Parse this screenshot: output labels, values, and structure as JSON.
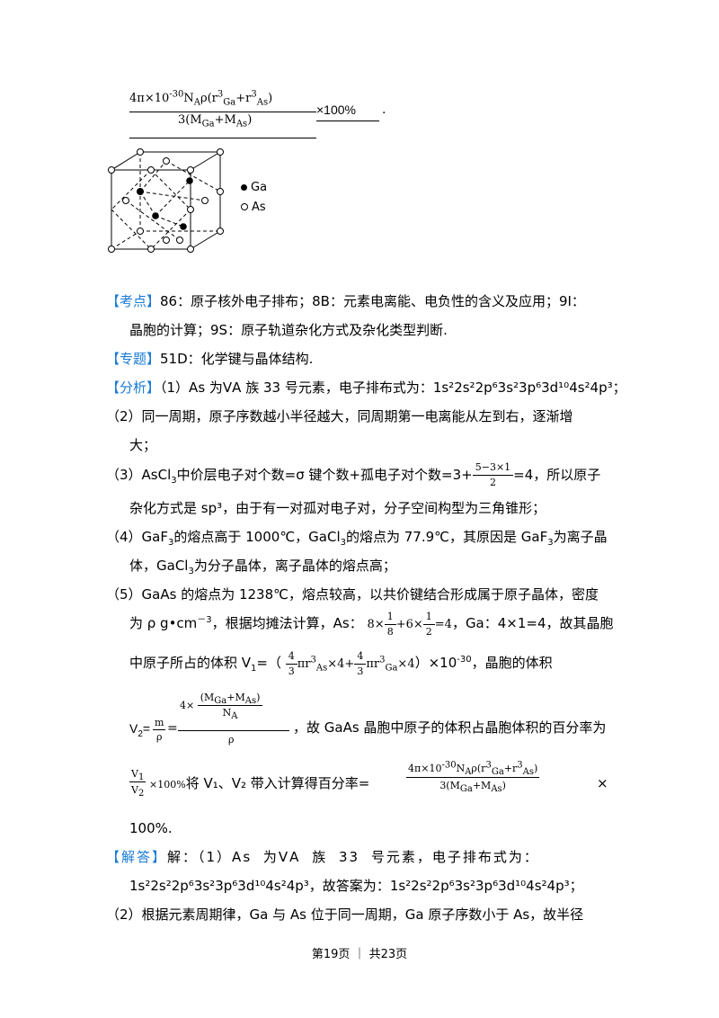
{
  "top": {
    "num_prefix": "4π×10",
    "num_exp": "-30",
    "num_mid": "N",
    "num_A": "A",
    "num_rho": "ρ(r",
    "num_ga_exp": "3",
    "num_ga": "Ga",
    "num_plus": "+r",
    "num_as_exp": "3",
    "num_as": "As",
    "num_close": ")",
    "den_prefix": "3(M",
    "den_ga": "Ga",
    "den_plus": "+M",
    "den_as": "As",
    "den_close": ")",
    "percent": "×100%",
    "period": "."
  },
  "legend": {
    "ga": "Ga",
    "as": "As"
  },
  "kaodian": {
    "tag": "【考点】",
    "line1": "86：原子核外电子排布；8B：元素电离能、电负性的含义及应用；9I：",
    "line2": "晶胞的计算；9S：原子轨道杂化方式及杂化类型判断."
  },
  "zhuanti": {
    "tag": "【专题】",
    "text": "51D：化学键与晶体结构."
  },
  "fenxi": {
    "tag": "【分析】",
    "p1": "（1）As 为ⅤA 族 33 号元素，电子排布式为：",
    "p1_config": "1s²2s²2p⁶3s²3p⁶3d¹⁰4s²4p³；",
    "p2_line1": "（2）同一周期，原子序数越小半径越大，同周期第一电离能从左到右，逐渐增",
    "p2_line2": "大；",
    "p3_a": "（3）AsCl",
    "p3_a_sub": "3",
    "p3_b": "中价层电子对个数=σ 键个数+孤电子对个数=3+",
    "p3_frac_num": "5−3×1",
    "p3_frac_den": "2",
    "p3_c": "=4，所以原子",
    "p3_line2": "杂化方式是 sp³，由于有一对孤对电子对，分子空间构型为三角锥形；",
    "p4_line1_a": "（4）GaF",
    "p4_line1_sub1": "3",
    "p4_line1_b": "的熔点高于 1000℃，GaCl",
    "p4_line1_sub2": "3",
    "p4_line1_c": "的熔点为 77.9℃，其原因是 GaF",
    "p4_line1_sub3": "3",
    "p4_line1_d": "为离子晶",
    "p4_line2_a": "体，GaCl",
    "p4_line2_sub": "3",
    "p4_line2_b": "为分子晶体，离子晶体的熔点高；",
    "p5_line1": "（5）GaAs 的熔点为 1238℃，熔点较高，以共价键结合形成属于原子晶体，密度",
    "p5_line2_a": "为 ρ g•cm",
    "p5_line2_sup": "－3",
    "p5_line2_b": "，根据均摊法计算，As：",
    "p5_calc_a": "8×",
    "p5_f1_n": "1",
    "p5_f1_d": "8",
    "p5_calc_b": "+6×",
    "p5_f2_n": "1",
    "p5_f2_d": "2",
    "p5_calc_c": "=4",
    "p5_line2_c": "，Ga：4×1=4，故其晶胞",
    "p5_line3_a": "中原子所占的体积 V",
    "p5_line3_sub": "1",
    "p5_line3_b": "=（",
    "p5_v_f1n": "4",
    "p5_v_f1d": "3",
    "p5_v_a": "πr",
    "p5_v_sup1": "3",
    "p5_v_sub1": "As",
    "p5_v_b": "×4+",
    "p5_v_f2n": "4",
    "p5_v_f2d": "3",
    "p5_v_c": "πr",
    "p5_v_sup2": "3",
    "p5_v_sub2": "Ga",
    "p5_v_d": "×4",
    "p5_line3_c": "）×10",
    "p5_line3_sup": "-30",
    "p5_line3_d": "，晶胞的体积",
    "v2_label": "V",
    "v2_sub": "2",
    "v2_eq": "=",
    "v2_m": "m",
    "v2_rho": "ρ",
    "v2_eq2": "=",
    "v2_big_num_a": "4×",
    "v2_in_num": "(M",
    "v2_in_ga": "Ga",
    "v2_in_plus": "+M",
    "v2_in_as": "As",
    "v2_in_close": ")",
    "v2_in_den": "N",
    "v2_in_den_sub": "A",
    "v2_big_den": "ρ",
    "v2_tail": "，故 GaAs 晶胞中原子的体积占晶胞体积的百分率为",
    "r_v1": "V",
    "r_v1_sub": "1",
    "r_v2": "V",
    "r_v2_sub": "2",
    "r_pct": "×100%",
    "r_text": "将 V₁、V₂ 带入计算得百分率=",
    "r_times": "×",
    "r_last": "100%."
  },
  "jieda": {
    "tag": "【解答】",
    "line1": "解：（1）As 为ⅤA 族 33 号元素，电子排布式为：",
    "line2": "1s²2s²2p⁶3s²3p⁶3d¹⁰4s²4p³，故答案为：1s²2s²2p⁶3s²3p⁶3d¹⁰4s²4p³；",
    "line3": "（2）根据元素周期律，Ga 与 As 位于同一周期，Ga 原子序数小于 As，故半径"
  },
  "footer": {
    "text": "第19页 ｜ 共23页"
  }
}
